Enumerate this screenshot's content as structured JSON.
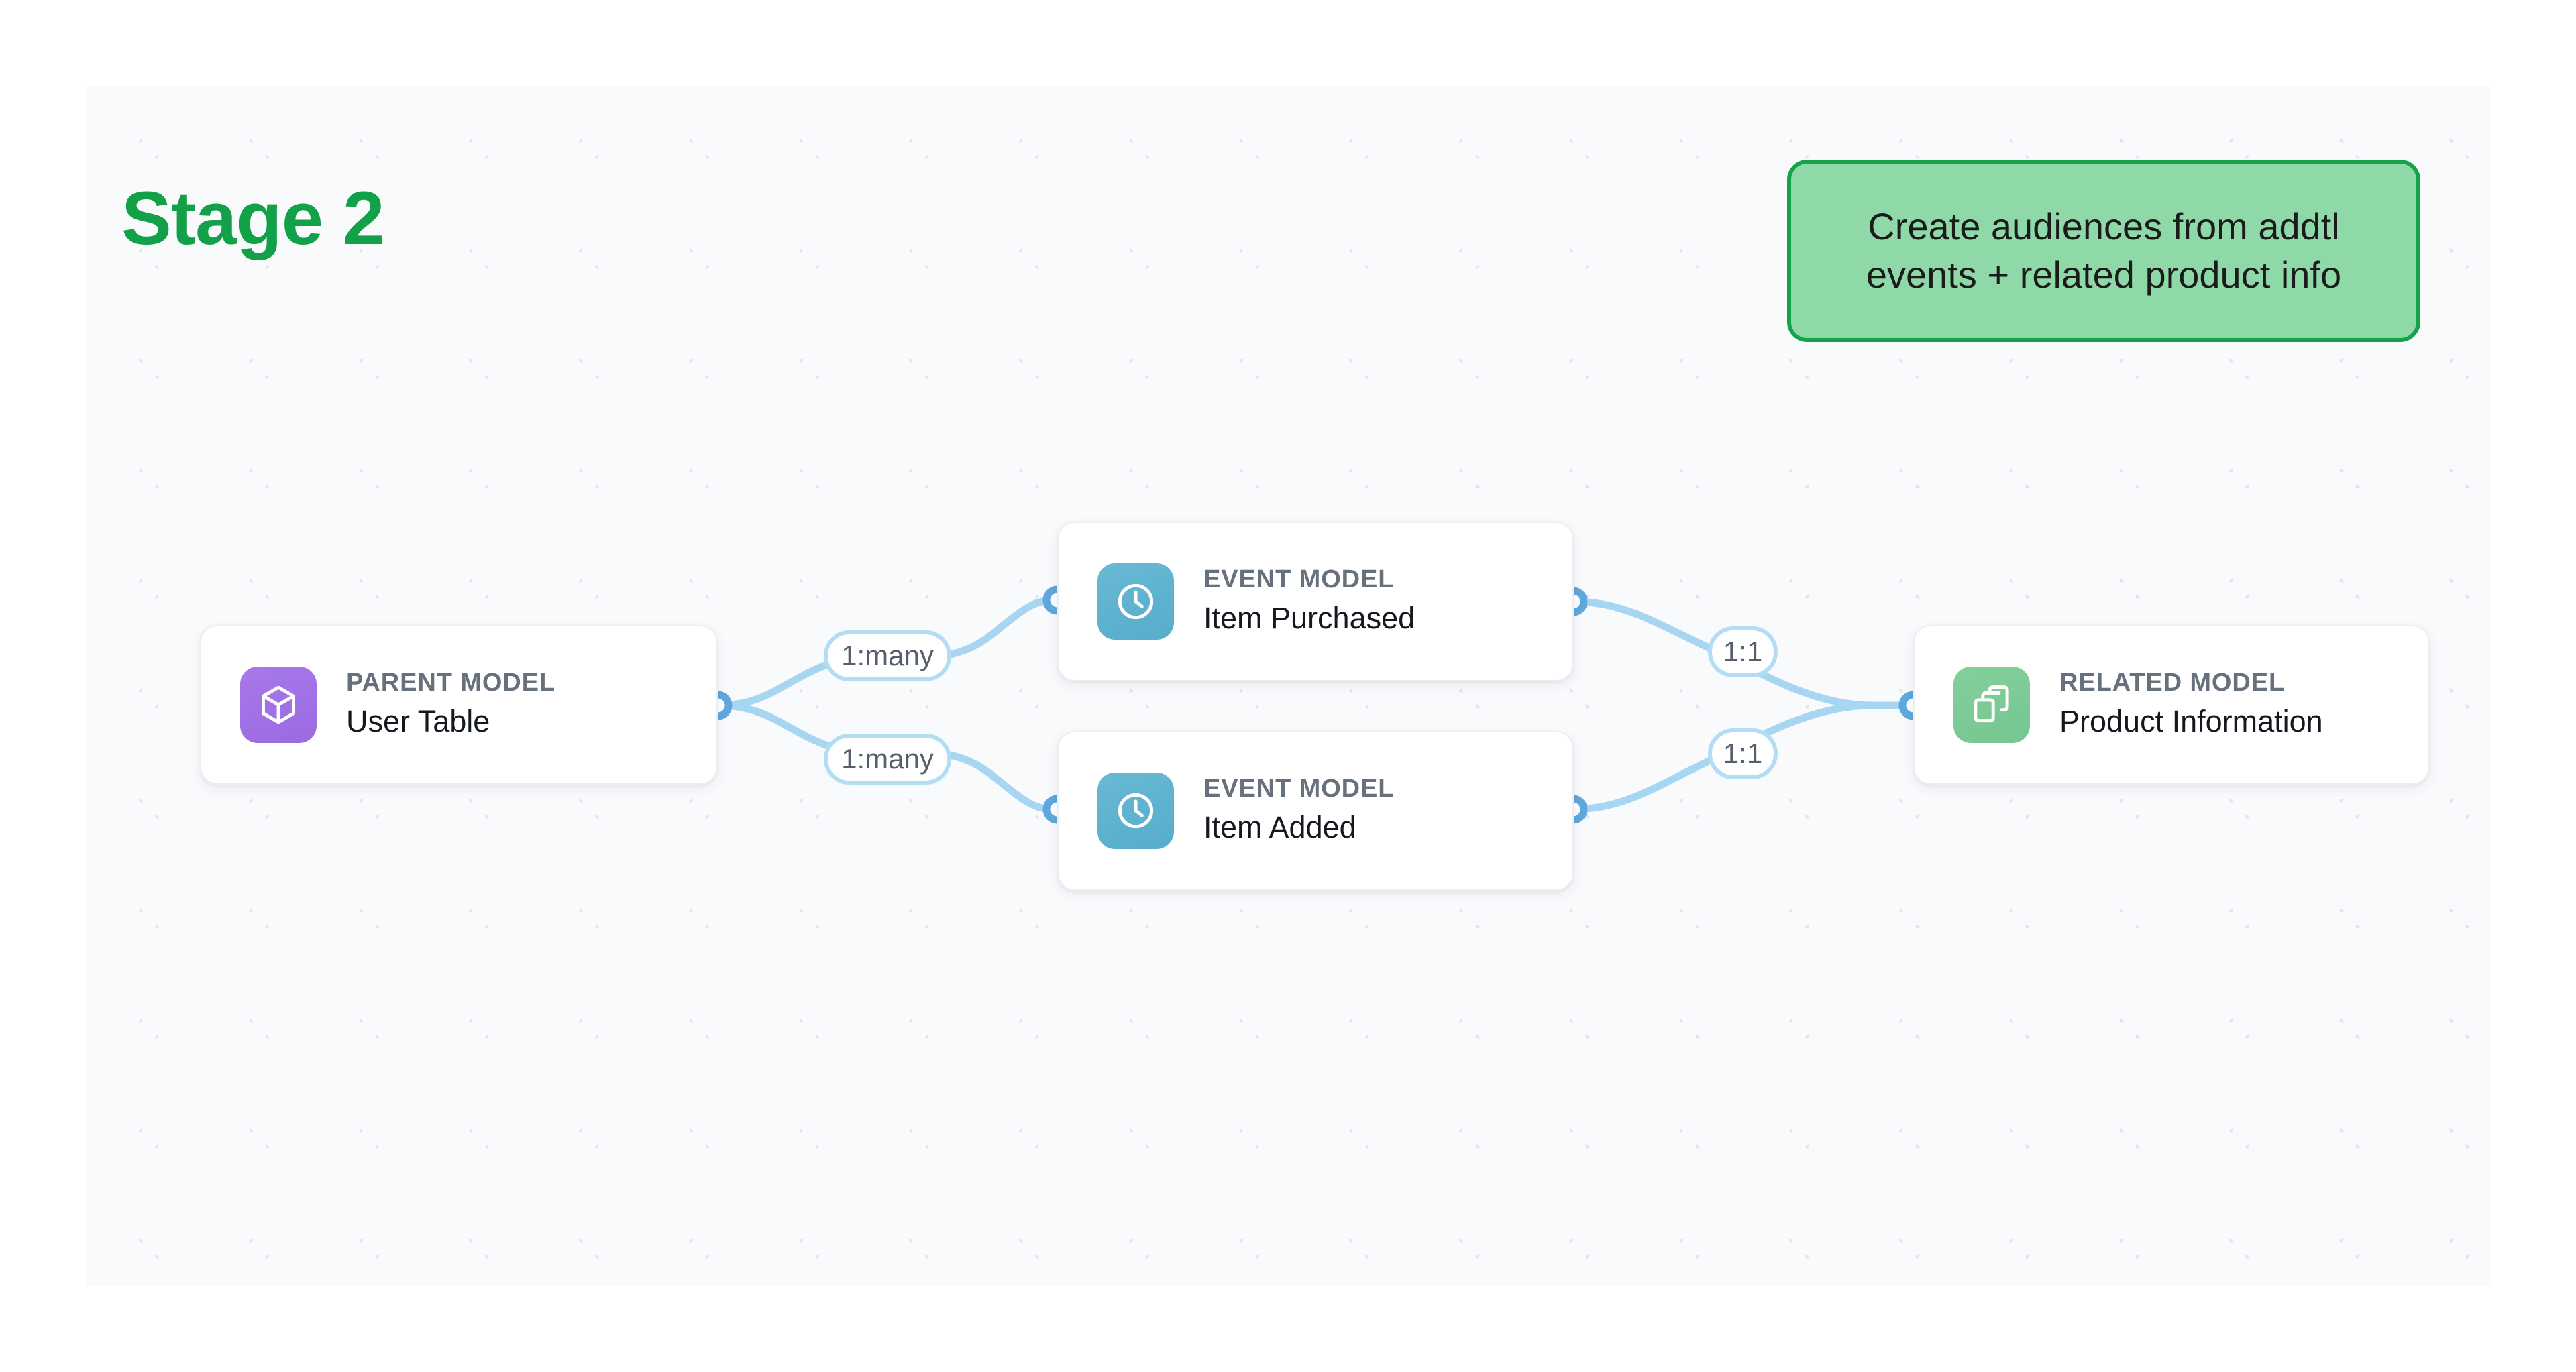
{
  "stage": {
    "title": "Stage 2"
  },
  "callout": {
    "text": "Create audiences from addtl events + related product info",
    "fill_color": "#8fd9a8",
    "border_color": "#15a349"
  },
  "colors": {
    "canvas_bg": "#f9fafc",
    "title_green": "#12a148",
    "edge_blue": "#a7d6f2",
    "port_blue": "#5fa8dd",
    "parent_icon": "#9b6ae2",
    "event_icon": "#57adcb",
    "related_icon": "#74c690",
    "kind_label": "#67707d",
    "name_label": "#14181f"
  },
  "nodes": [
    {
      "id": "parent",
      "kind": "PARENT MODEL",
      "name": "User Table",
      "icon": "cube-icon"
    },
    {
      "id": "event-1",
      "kind": "EVENT MODEL",
      "name": "Item Purchased",
      "icon": "clock-icon"
    },
    {
      "id": "event-2",
      "kind": "EVENT MODEL",
      "name": "Item Added",
      "icon": "clock-icon"
    },
    {
      "id": "related",
      "kind": "RELATED MODEL",
      "name": "Product Information",
      "icon": "layers-icon"
    }
  ],
  "relationships": [
    {
      "id": "rel-1",
      "label": "1:many",
      "from": "parent",
      "to": "event-1"
    },
    {
      "id": "rel-2",
      "label": "1:many",
      "from": "parent",
      "to": "event-2"
    },
    {
      "id": "rel-3",
      "label": "1:1",
      "from": "event-1",
      "to": "related"
    },
    {
      "id": "rel-4",
      "label": "1:1",
      "from": "event-2",
      "to": "related"
    }
  ]
}
